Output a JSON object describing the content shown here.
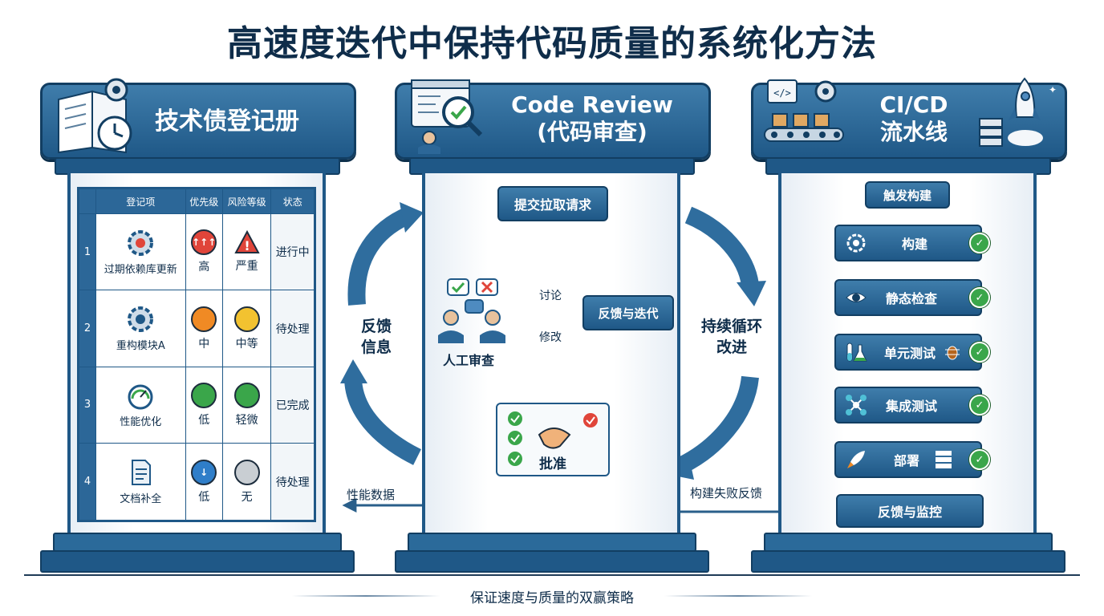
{
  "title": "高速度迭代中保持代码质量的系统化方法",
  "columns": {
    "tech_debt": {
      "title": "技术债登记册"
    },
    "code_review": {
      "title_line1": "Code Review",
      "title_line2": "(代码审查)"
    },
    "cicd": {
      "title_line1": "CI/CD",
      "title_line2": "流水线"
    }
  },
  "debt_table": {
    "headers": [
      "登记项",
      "优先级",
      "风险等级",
      "状态"
    ],
    "rows": [
      {
        "num": "1",
        "item": "过期依赖库更新",
        "item_icon": "gear-alert-icon",
        "priority": "高",
        "priority_color": "#e0453a",
        "risk": "严重",
        "risk_color": "#e0453a",
        "status": "进行中"
      },
      {
        "num": "2",
        "item": "重构模块A",
        "item_icon": "gear-icon",
        "priority": "中",
        "priority_color": "#f08a24",
        "risk": "中等",
        "risk_color": "#f2c230",
        "status": "待处理"
      },
      {
        "num": "3",
        "item": "性能优化",
        "item_icon": "gauge-icon",
        "priority": "低",
        "priority_color": "#3aa64a",
        "risk": "轻微",
        "risk_color": "#3aa64a",
        "status": "已完成"
      },
      {
        "num": "4",
        "item": "文档补全",
        "item_icon": "document-icon",
        "priority": "低",
        "priority_color": "#2f7ec9",
        "risk": "无",
        "risk_color": "#c9ced3",
        "status": "待处理"
      }
    ]
  },
  "review": {
    "submit": "提交拉取请求",
    "discuss": "讨论",
    "modify": "修改",
    "human_review": "人工审查",
    "feedback_iterate": "反馈与迭代",
    "approve": "批准"
  },
  "pipeline": {
    "trigger": "触发构建",
    "steps": [
      "构建",
      "静态检查",
      "单元测试",
      "集成测试",
      "部署"
    ],
    "feedback": "反馈与监控"
  },
  "flows": {
    "feedback_info": "反馈\n信息",
    "continuous": "持续循环\n改进",
    "perf_data": "性能数据",
    "build_fail": "构建失败反馈"
  },
  "footer": "保证速度与质量的双赢策略"
}
